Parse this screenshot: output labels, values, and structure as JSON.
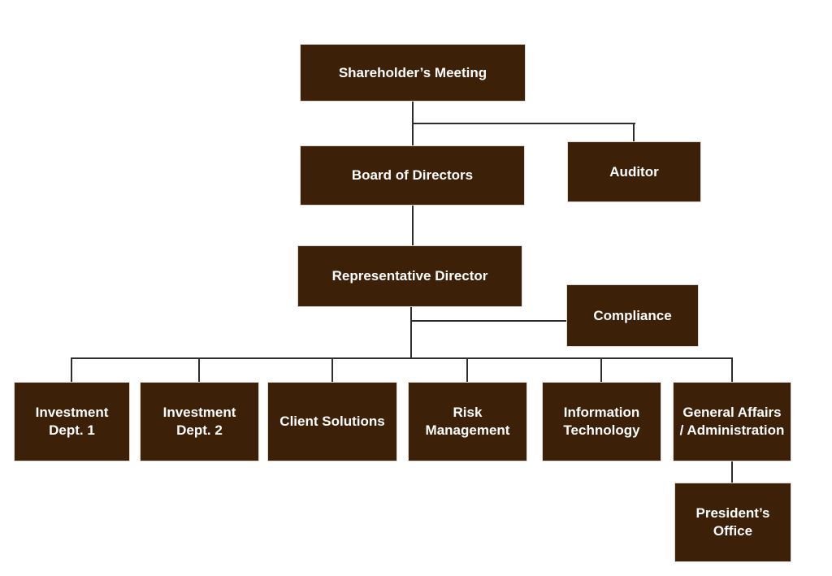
{
  "colors": {
    "box_bg": "#3D2008",
    "box_text": "#FFFFFF",
    "box_border": "#E3DAD3",
    "line": "#2E2E2E",
    "background": "#FFFFFF"
  },
  "nodes": {
    "shareholders_meeting": {
      "label": "Shareholder’s Meeting"
    },
    "board_of_directors": {
      "label": "Board of Directors"
    },
    "auditor": {
      "label": "Auditor"
    },
    "representative_director": {
      "label": "Representative Director"
    },
    "compliance": {
      "label": "Compliance"
    },
    "investment_dept_1": {
      "label": "Investment\nDept. 1"
    },
    "investment_dept_2": {
      "label": "Investment\nDept. 2"
    },
    "client_solutions": {
      "label": "Client Solutions"
    },
    "risk_management": {
      "label": "Risk\nManagement"
    },
    "information_technology": {
      "label": "Information\nTechnology"
    },
    "general_affairs_administration": {
      "label": "General Affairs\n/ Administration"
    },
    "presidents_office": {
      "label": "President’s\nOffice"
    }
  },
  "hierarchy": [
    {
      "from": "Shareholder’s Meeting",
      "to": "Board of Directors"
    },
    {
      "from": "Shareholder’s Meeting",
      "to": "Auditor"
    },
    {
      "from": "Board of Directors",
      "to": "Representative Director"
    },
    {
      "from": "Representative Director",
      "to": "Compliance"
    },
    {
      "from": "Representative Director",
      "to": "Investment Dept. 1"
    },
    {
      "from": "Representative Director",
      "to": "Investment Dept. 2"
    },
    {
      "from": "Representative Director",
      "to": "Client Solutions"
    },
    {
      "from": "Representative Director",
      "to": "Risk Management"
    },
    {
      "from": "Representative Director",
      "to": "Information Technology"
    },
    {
      "from": "Representative Director",
      "to": "General Affairs / Administration"
    },
    {
      "from": "General Affairs / Administration",
      "to": "President’s Office"
    }
  ]
}
